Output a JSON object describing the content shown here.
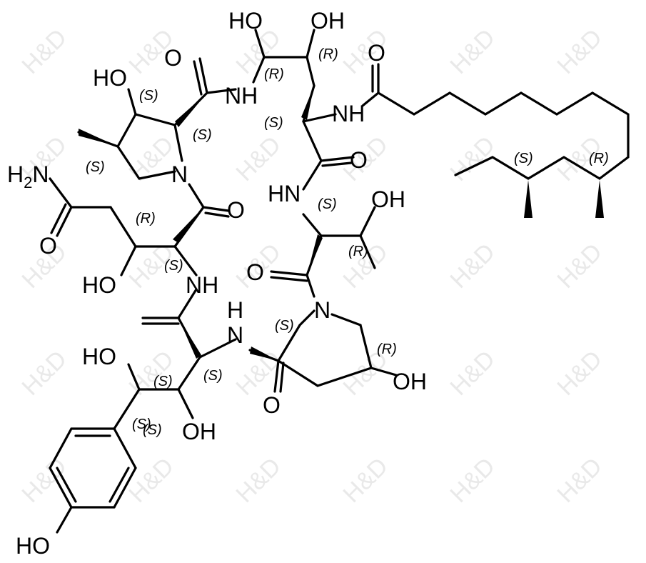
{
  "watermark": "H&D",
  "atoms": [
    {
      "t": "HO"
    },
    {
      "t": "OH"
    },
    {
      "t": "O"
    },
    {
      "t": "HO"
    },
    {
      "t": "O"
    },
    {
      "t": "NH"
    },
    {
      "t": "NH"
    },
    {
      "t": "H2N"
    },
    {
      "t": "N"
    },
    {
      "t": "O"
    },
    {
      "t": "O"
    },
    {
      "t": "HN"
    },
    {
      "t": "OH"
    },
    {
      "t": "O"
    },
    {
      "t": "HO"
    },
    {
      "t": "NH"
    },
    {
      "t": "O"
    },
    {
      "t": "H"
    },
    {
      "t": "N"
    },
    {
      "t": "N"
    },
    {
      "t": "HO"
    },
    {
      "t": "OH"
    },
    {
      "t": "O"
    },
    {
      "t": "OH"
    },
    {
      "t": "HO"
    }
  ],
  "stereo": [
    {
      "t": "(R)"
    },
    {
      "t": "(S)"
    },
    {
      "t": "(R)"
    },
    {
      "t": "(S)"
    },
    {
      "t": "(S)"
    },
    {
      "t": "(S)"
    },
    {
      "t": "(S)"
    },
    {
      "t": "(R)"
    },
    {
      "t": "(R)"
    },
    {
      "t": "(S)"
    },
    {
      "t": "(S)"
    },
    {
      "t": "(R)"
    },
    {
      "t": "(S)"
    },
    {
      "t": "(S)"
    },
    {
      "t": "(R)"
    },
    {
      "t": "(S)"
    },
    {
      "t": "(S)"
    },
    {
      "t": "(S)"
    }
  ]
}
